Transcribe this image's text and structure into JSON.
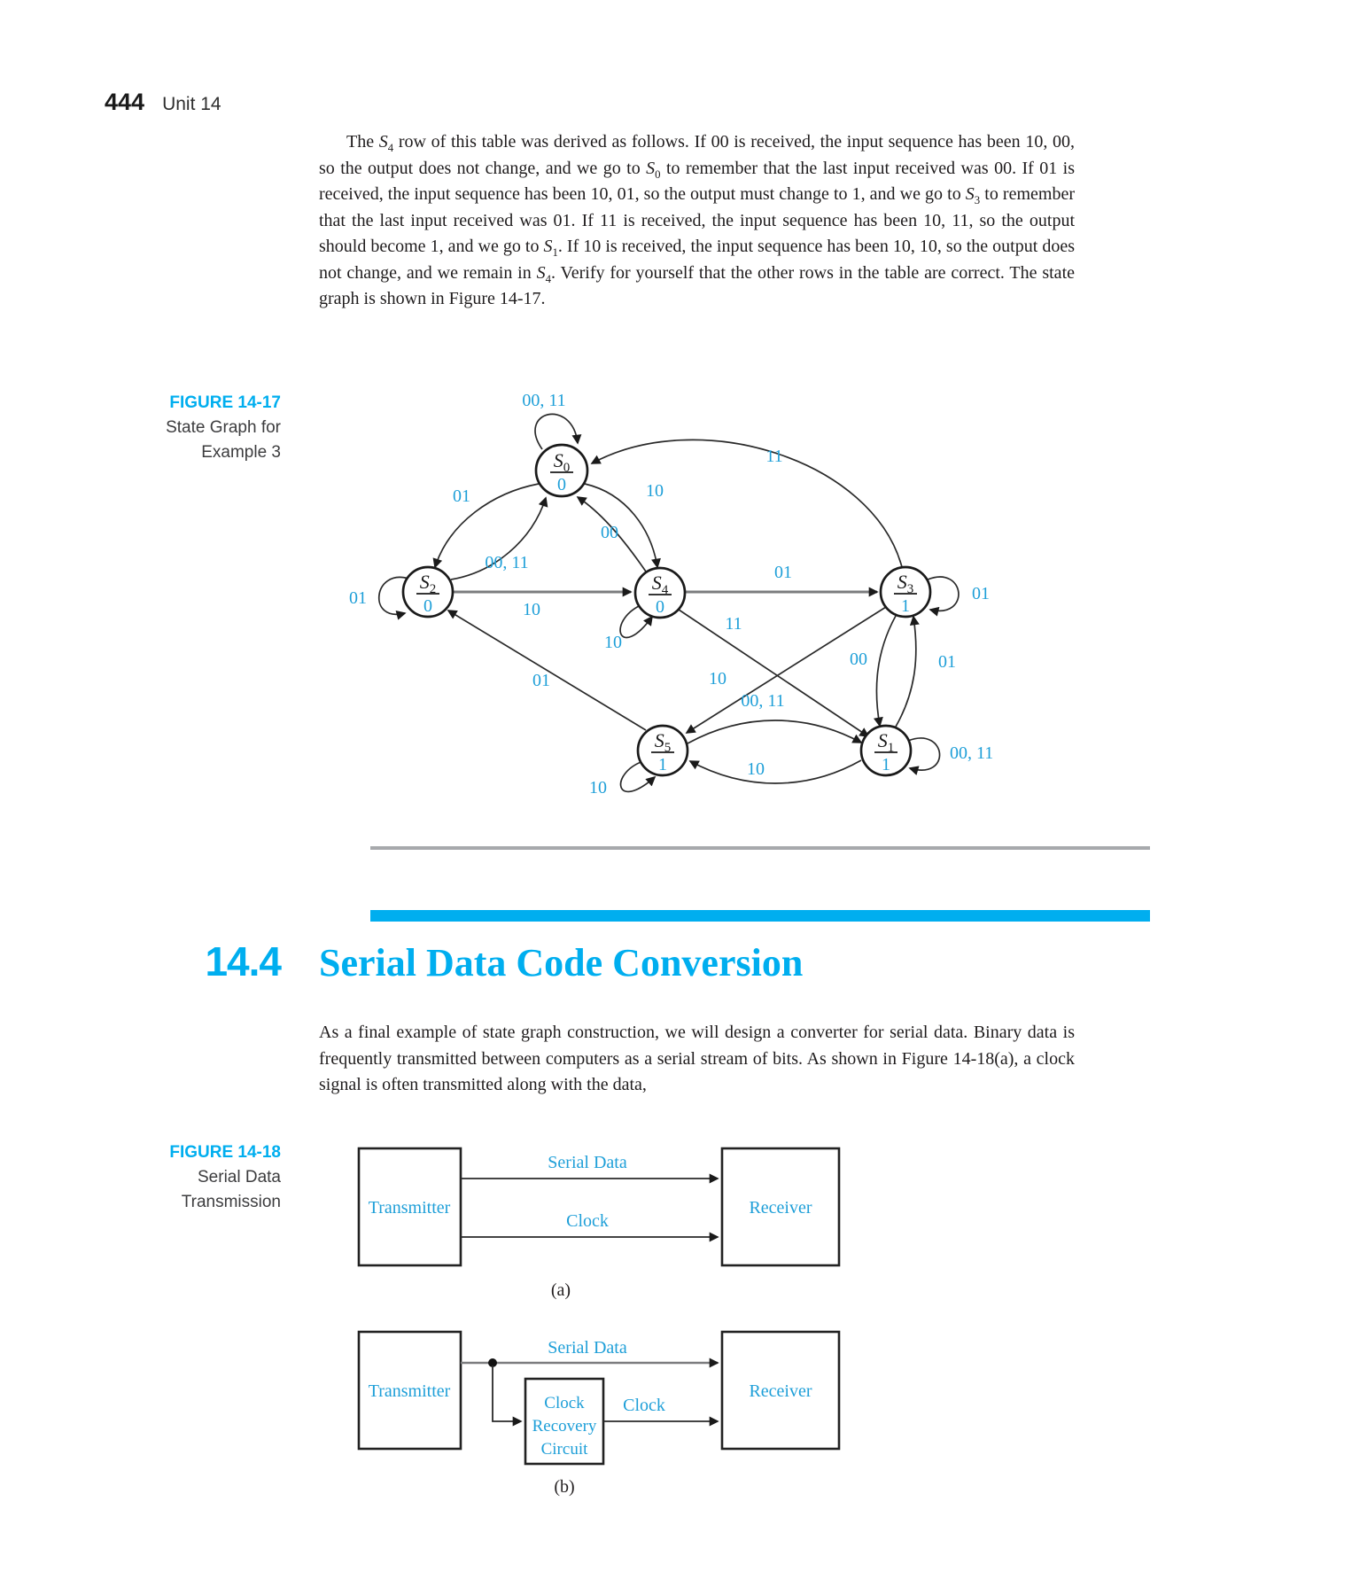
{
  "page_header": {
    "page_number": "444",
    "unit": "Unit 14"
  },
  "paragraph_1": {
    "segments": [
      {
        "t": "The "
      },
      {
        "v": "S"
      },
      {
        "b": "4"
      },
      {
        "t": " row of this table was derived as follows. If 00 is received, the input sequence has been 10, 00, so the output does not change, and we go to "
      },
      {
        "v": "S"
      },
      {
        "b": "0"
      },
      {
        "t": " to remember that the last input received was 00. If 01 is received, the input sequence has been 10, 01, so the output must change to 1, and we go to "
      },
      {
        "v": "S"
      },
      {
        "b": "3"
      },
      {
        "t": " to remember that the last input received was 01. If 11 is received, the input sequence has been 10, 11, so the output should become 1, and we go to "
      },
      {
        "v": "S"
      },
      {
        "b": "1"
      },
      {
        "t": ". If 10 is received, the input sequence has been 10, 10, so the output does not change, and we remain in "
      },
      {
        "v": "S"
      },
      {
        "b": "4"
      },
      {
        "t": ". Verify for yourself that the other rows in the table are correct. The state graph is shown in Figure 14-17."
      }
    ]
  },
  "figure_17": {
    "label": "FIGURE 14-17",
    "caption_lines": [
      "State Graph for",
      "Example 3"
    ],
    "graph": {
      "type": "state-diagram",
      "nodes": [
        {
          "id": "S0",
          "label": "S",
          "sub": "0",
          "out": "0"
        },
        {
          "id": "S2",
          "label": "S",
          "sub": "2",
          "out": "0"
        },
        {
          "id": "S4",
          "label": "S",
          "sub": "4",
          "out": "0"
        },
        {
          "id": "S3",
          "label": "S",
          "sub": "3",
          "out": "1"
        },
        {
          "id": "S5",
          "label": "S",
          "sub": "5",
          "out": "1"
        },
        {
          "id": "S1",
          "label": "S",
          "sub": "1",
          "out": "1"
        }
      ],
      "edges": [
        {
          "from": "S0",
          "to": "S0",
          "label": "00, 11"
        },
        {
          "from": "S0",
          "to": "S2",
          "label": "01"
        },
        {
          "from": "S2",
          "to": "S0",
          "label": "00, 11"
        },
        {
          "from": "S0",
          "to": "S4",
          "label": "10"
        },
        {
          "from": "S4",
          "to": "S0",
          "label": "00"
        },
        {
          "from": "S2",
          "to": "S2",
          "label": "01"
        },
        {
          "from": "S2",
          "to": "S4",
          "label": "10"
        },
        {
          "from": "S4",
          "to": "S4",
          "label": "10"
        },
        {
          "from": "S4",
          "to": "S3",
          "label": "01"
        },
        {
          "from": "S3",
          "to": "S3",
          "label": "01"
        },
        {
          "from": "S3",
          "to": "S0",
          "label": "11"
        },
        {
          "from": "S4",
          "to": "S1",
          "label": "11"
        },
        {
          "from": "S3",
          "to": "S5",
          "label": "10"
        },
        {
          "from": "S3",
          "to": "S1",
          "label": "00"
        },
        {
          "from": "S1",
          "to": "S3",
          "label": "01"
        },
        {
          "from": "S5",
          "to": "S1",
          "label": "00, 11"
        },
        {
          "from": "S1",
          "to": "S5",
          "label": "10"
        },
        {
          "from": "S5",
          "to": "S5",
          "label": "10"
        },
        {
          "from": "S1",
          "to": "S1",
          "label": "00, 11"
        },
        {
          "from": "S5",
          "to": "S2",
          "label": "01"
        }
      ]
    }
  },
  "section": {
    "number": "14.4",
    "title": "Serial Data Code Conversion"
  },
  "paragraph_2": "As a final example of state graph construction, we will design a converter for serial data. Binary data is frequently transmitted between computers as a serial stream of bits. As shown in Figure 14-18(a), a clock signal is often transmitted along with the data,",
  "figure_18": {
    "label": "FIGURE 14-18",
    "caption_lines": [
      "Serial Data",
      "Transmission"
    ],
    "diagram_a": {
      "transmitter": "Transmitter",
      "receiver": "Receiver",
      "serial_data_label": "Serial Data",
      "clock_label": "Clock",
      "tag": "(a)"
    },
    "diagram_b": {
      "transmitter": "Transmitter",
      "receiver": "Receiver",
      "serial_data_label": "Serial Data",
      "clock_label": "Clock",
      "clock_recovery_lines": [
        "Clock",
        "Recovery",
        "Circuit"
      ],
      "tag": "(b)"
    }
  },
  "colors": {
    "accent_cyan": "#00aeef",
    "diagram_blue": "#1e9fd8",
    "body_text": "#231f20",
    "rule_gray": "#a7a9ac"
  }
}
